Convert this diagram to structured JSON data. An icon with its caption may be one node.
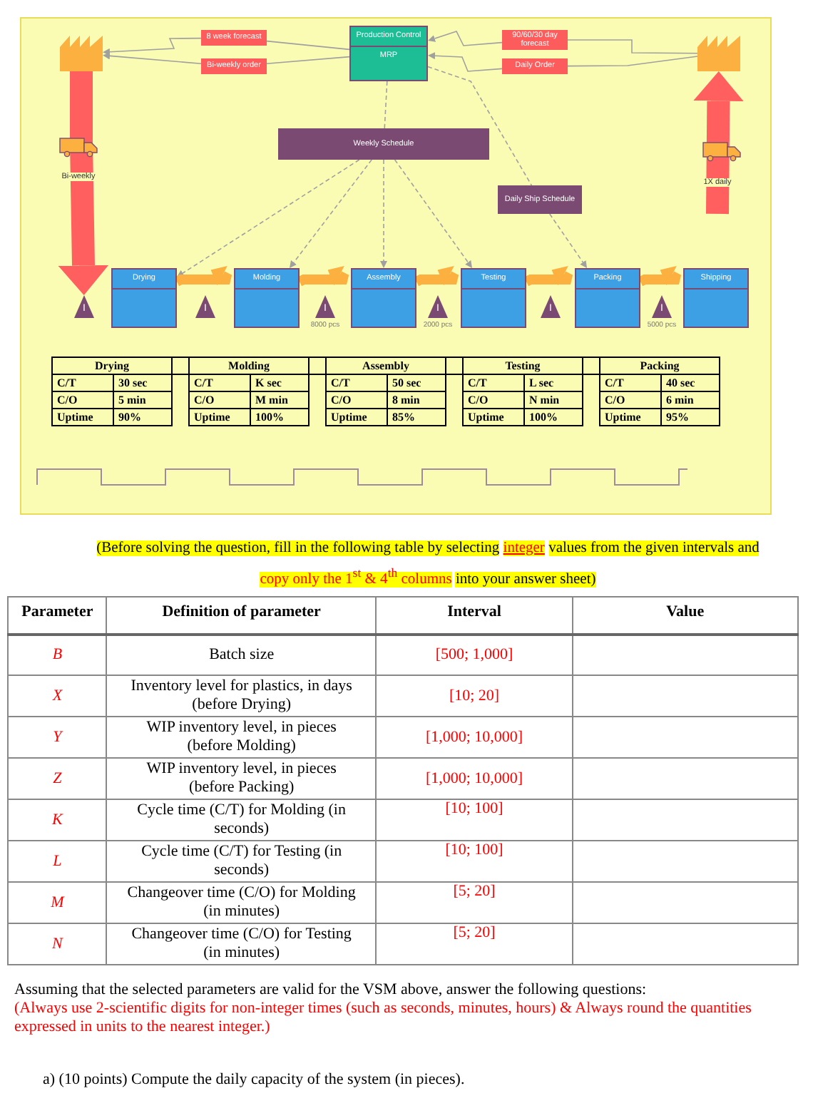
{
  "diagram": {
    "nodes": [
      {
        "text": [],
        "shape": "factory"
      },
      {
        "text": [
          "8 week forecast"
        ]
      },
      {
        "text": [
          "Bi-weekly order"
        ]
      },
      {
        "text": [
          "Production Control",
          "MRP"
        ]
      },
      {
        "text": [
          "90/60/30 day forecast"
        ]
      },
      {
        "text": [
          "Daily Order"
        ]
      },
      {
        "text": [],
        "shape": "factory"
      },
      {
        "text": [
          "Weekly Schedule"
        ]
      },
      {
        "text": [
          "Daily Ship Schedule"
        ]
      },
      {
        "text": [
          "Drying"
        ]
      },
      {
        "text": [
          "Molding"
        ]
      },
      {
        "text": [
          "Assembly"
        ]
      },
      {
        "text": [
          "Testing"
        ]
      },
      {
        "text": [
          "Packing"
        ]
      },
      {
        "text": [
          "Shipping"
        ]
      },
      {
        "text": [
          "I"
        ]
      },
      {
        "text": [
          "I"
        ]
      },
      {
        "text": [
          "I"
        ],
        "beside": [
          "8000 pcs"
        ]
      },
      {
        "text": [
          "I"
        ],
        "beside": [
          "2000 pcs"
        ]
      },
      {
        "text": [
          "I"
        ]
      },
      {
        "text": [
          "I"
        ],
        "beside": [
          "5000 pcs"
        ]
      }
    ],
    "edges": [
      {
        "from": 3,
        "to": 1,
        "arrow": "none"
      },
      {
        "from": 1,
        "to": 0,
        "arrow": "to"
      },
      {
        "from": 3,
        "to": 2,
        "arrow": "none"
      },
      {
        "from": 2,
        "to": 0,
        "arrow": "to"
      },
      {
        "from": 6,
        "to": 4,
        "arrow": "none"
      },
      {
        "from": 4,
        "to": 3,
        "arrow": "to"
      },
      {
        "from": 6,
        "to": 5,
        "arrow": "none"
      },
      {
        "from": 5,
        "to": 3,
        "arrow": "to"
      },
      {
        "from": 0,
        "to": 15,
        "arrow": "to",
        "label": "Bi-weekly",
        "style": "thick",
        "color": "#ff5f5f"
      },
      {
        "from": null,
        "to": 6,
        "arrow": "to",
        "label": "1X daily",
        "style": "thick",
        "color": "#ff5f5f"
      },
      {
        "from": 3,
        "to": 7,
        "arrow": "none",
        "style": "dashed"
      },
      {
        "from": 7,
        "to": 9,
        "arrow": "to",
        "style": "dashed"
      },
      {
        "from": 7,
        "to": 10,
        "arrow": "to",
        "style": "dashed"
      },
      {
        "from": 7,
        "to": 11,
        "arrow": "to",
        "style": "dashed"
      },
      {
        "from": 7,
        "to": 12,
        "arrow": "to",
        "style": "dashed"
      },
      {
        "from": 3,
        "to": 8,
        "arrow": "none",
        "style": "dashed"
      },
      {
        "from": 8,
        "to": 13,
        "arrow": "to",
        "style": "dashed"
      },
      {
        "from": 9,
        "to": 10,
        "arrow": "to",
        "style": "thick",
        "color": "#fbb040"
      },
      {
        "from": 10,
        "to": 11,
        "arrow": "to",
        "style": "thick",
        "color": "#fbb040"
      },
      {
        "from": 11,
        "to": 12,
        "arrow": "to",
        "style": "thick",
        "color": "#fbb040"
      },
      {
        "from": 12,
        "to": 13,
        "arrow": "to",
        "style": "thick",
        "color": "#fbb040"
      },
      {
        "from": 13,
        "to": 14,
        "arrow": "to",
        "style": "thick",
        "color": "#fbb040"
      }
    ],
    "labels": [
      "Drying",
      "Molding",
      "Assembly",
      "Testing",
      "Packing",
      "C/T",
      "30 sec",
      "C/T",
      "K sec",
      "C/T",
      "50 sec",
      "C/T",
      "L sec",
      "C/T",
      "40 sec",
      "C/O",
      "5 min",
      "C/O",
      "M min",
      "C/O",
      "8 min",
      "C/O",
      "N min",
      "C/O",
      "6 min",
      "Uptime",
      "90%",
      "Uptime",
      "100%",
      "Uptime",
      "85%",
      "Uptime",
      "100%",
      "Uptime",
      "95%",
      "(Before solving the question, fill in the following table by selecting",
      "integer",
      "values from the given intervals and",
      "copy only the 1$^{st}$ & 4$^{th}$ columns",
      "into your answer sheet)",
      "Parameter",
      "Definition of parameter",
      "Interval",
      "Value",
      "B",
      "Batch size",
      "[500; 1,000]",
      "X",
      "Inventory level for plastics, in days (before Drying)",
      "[10; 20]",
      "Y",
      "WIP inventory level, in pieces (before Molding)",
      "[1,000; 10,000]",
      "Z",
      "WIP inventory level, in pieces (before Packing)",
      "[1,000; 10,000]",
      "K",
      "Cycle time (C/T) for Molding (in seconds)",
      "[10; 100]",
      "L",
      "Cycle time (C/T) for Testing (in seconds)",
      "[10; 100]",
      "M",
      "Changeover time (C/O) for Molding (in minutes)",
      "[5; 20]",
      "N",
      "Changeover time (C/O) for Testing (in minutes)",
      "[5; 20]",
      "Assuming that the selected parameters are valid for the VSM above, answer the following questions:",
      "(Always use 2-scientific digits for non-integer times (such as seconds, minutes, hours) & Always round the quantities expressed in units to the nearest integer.)",
      "a) (10 points) Compute the daily capacity of the system (in pieces)."
    ]
  }
}
